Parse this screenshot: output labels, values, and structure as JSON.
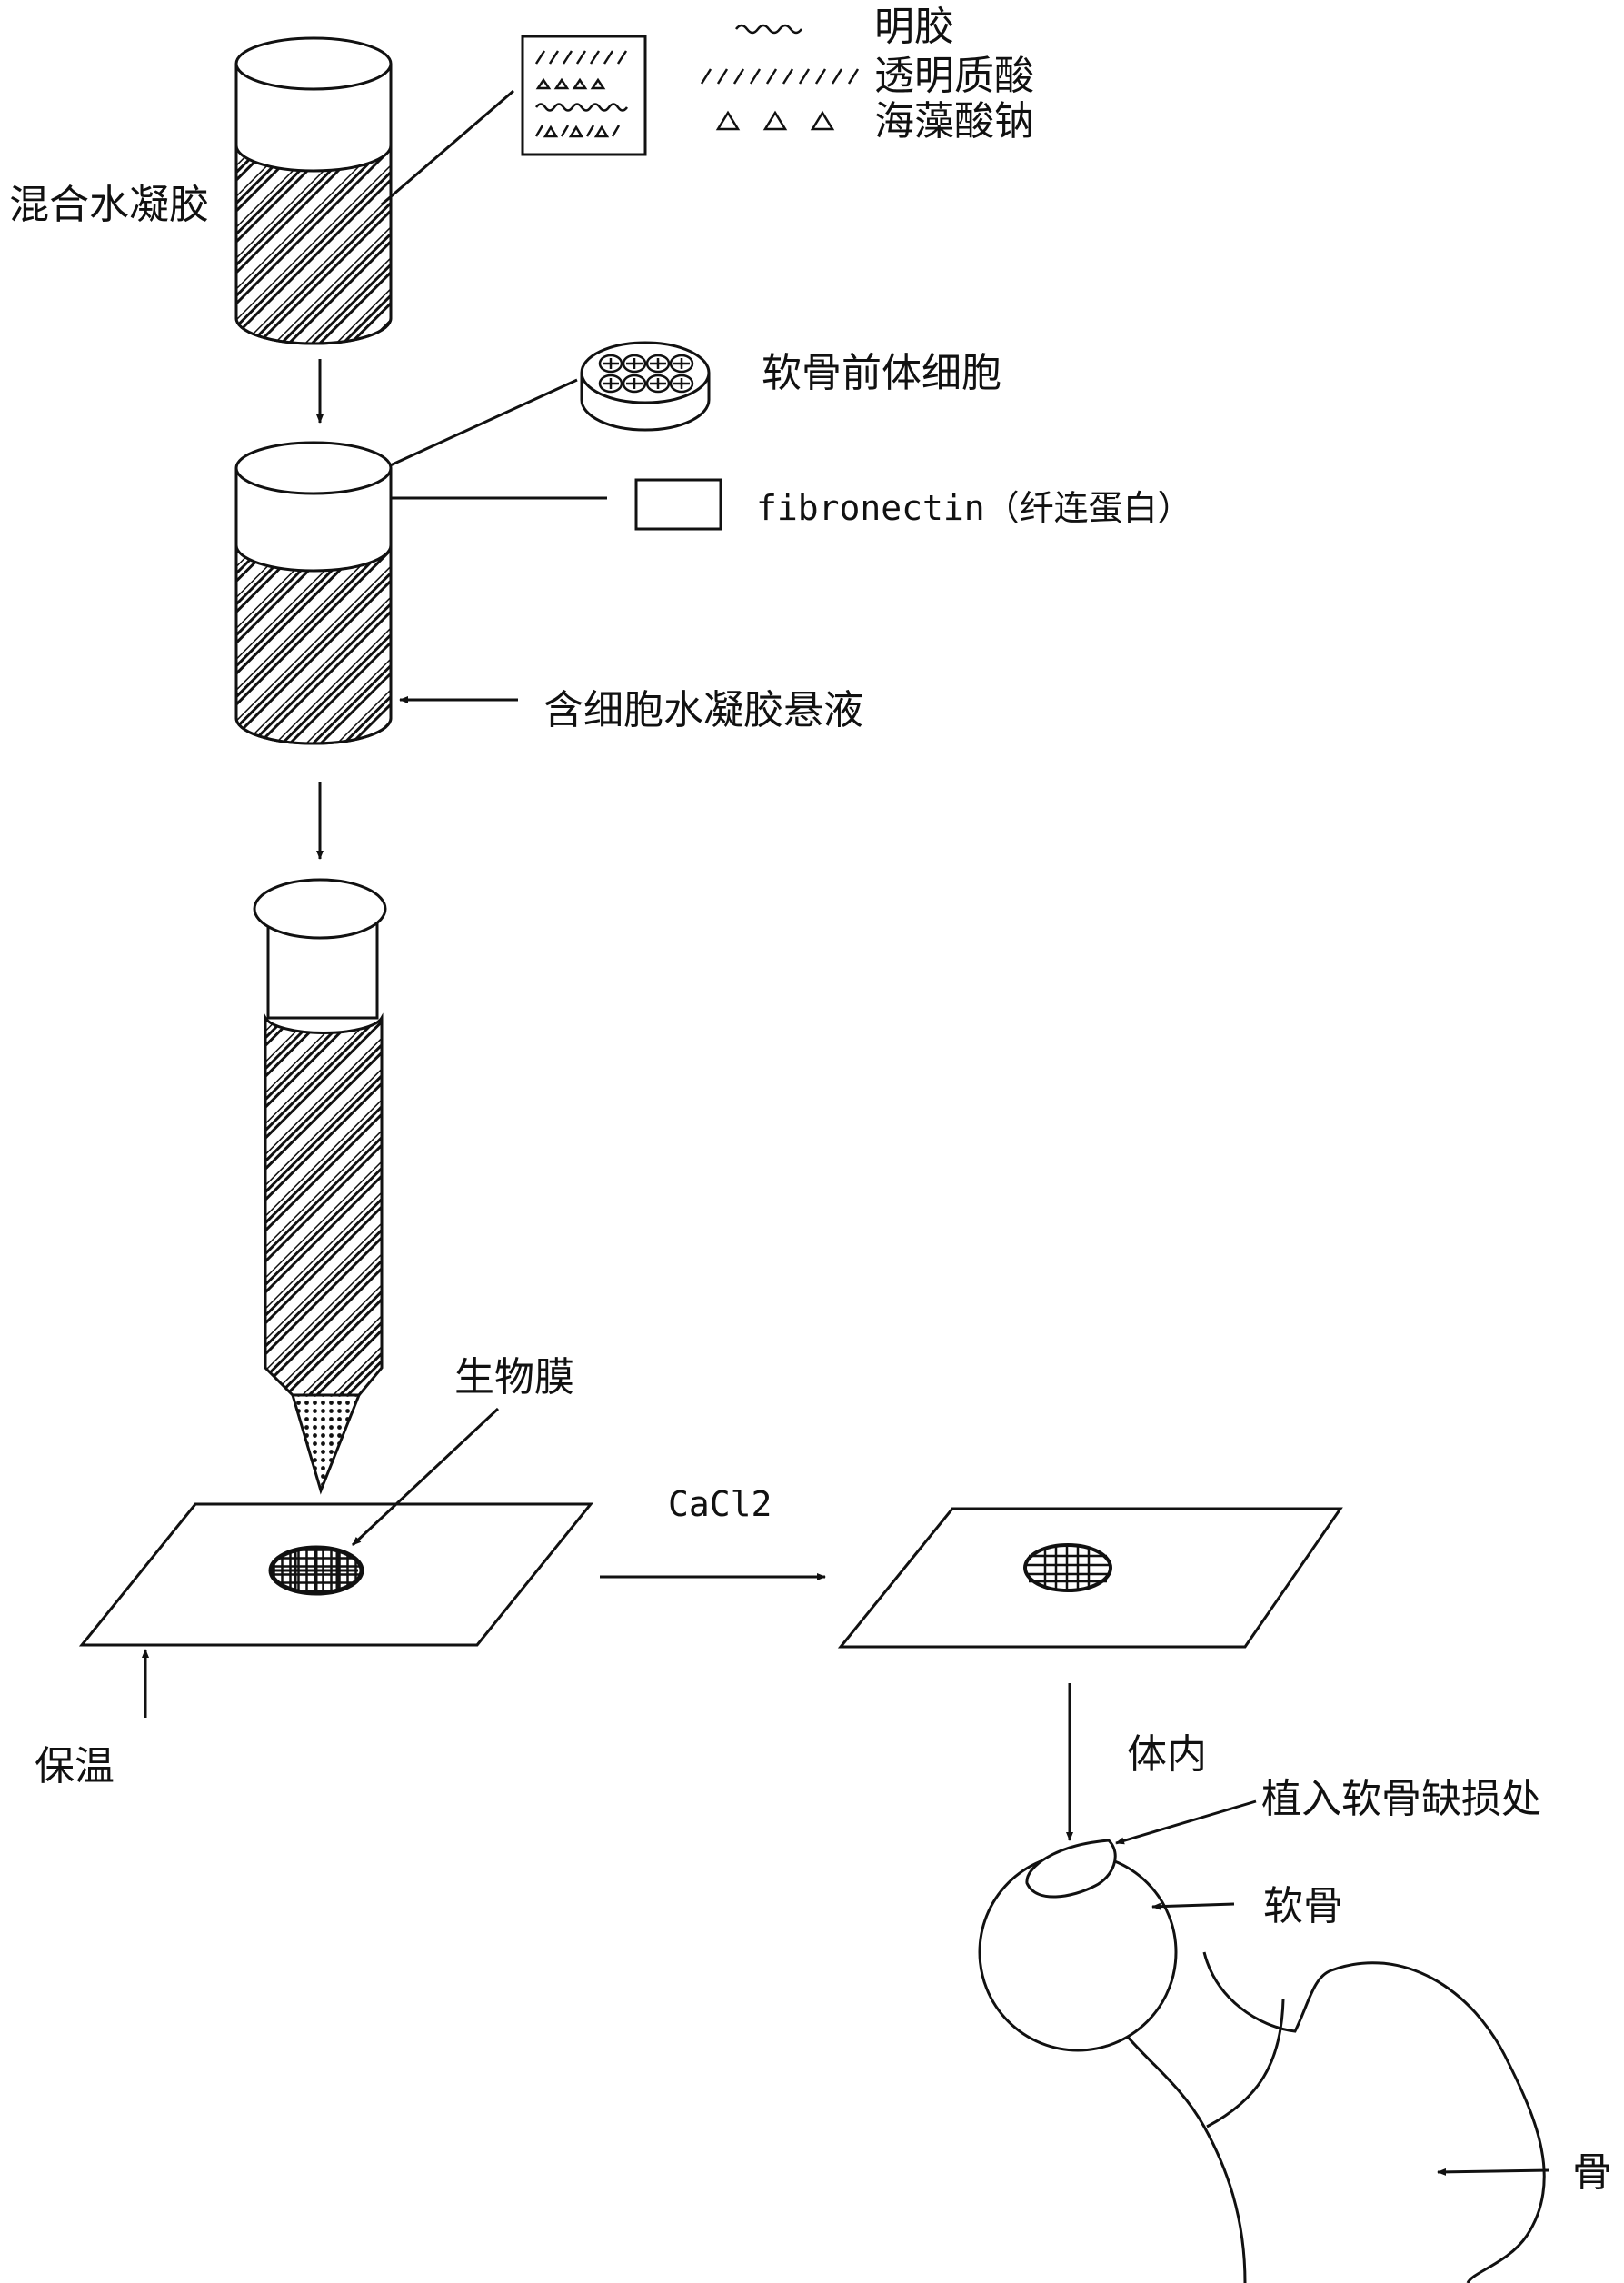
{
  "legend": {
    "gelatin": "明胶",
    "hyaluronic_acid": "透明质酸",
    "sodium_alginate": "海藻酸钠"
  },
  "labels": {
    "mixed_hydrogel": "混合水凝胶",
    "chondro_precursor": "软骨前体细胞",
    "fibronectin": "fibronectin（纤连蛋白）",
    "cell_hydrogel": "含细胞水凝胶悬液",
    "biofilm": "生物膜",
    "cacl2": "CaCl2",
    "incubate": "保温",
    "in_vivo": "体内",
    "implant_site": "植入软骨缺损处",
    "cartilage": "软骨",
    "bone": "骨"
  },
  "colors": {
    "ink": "#111111",
    "paper": "#ffffff"
  }
}
